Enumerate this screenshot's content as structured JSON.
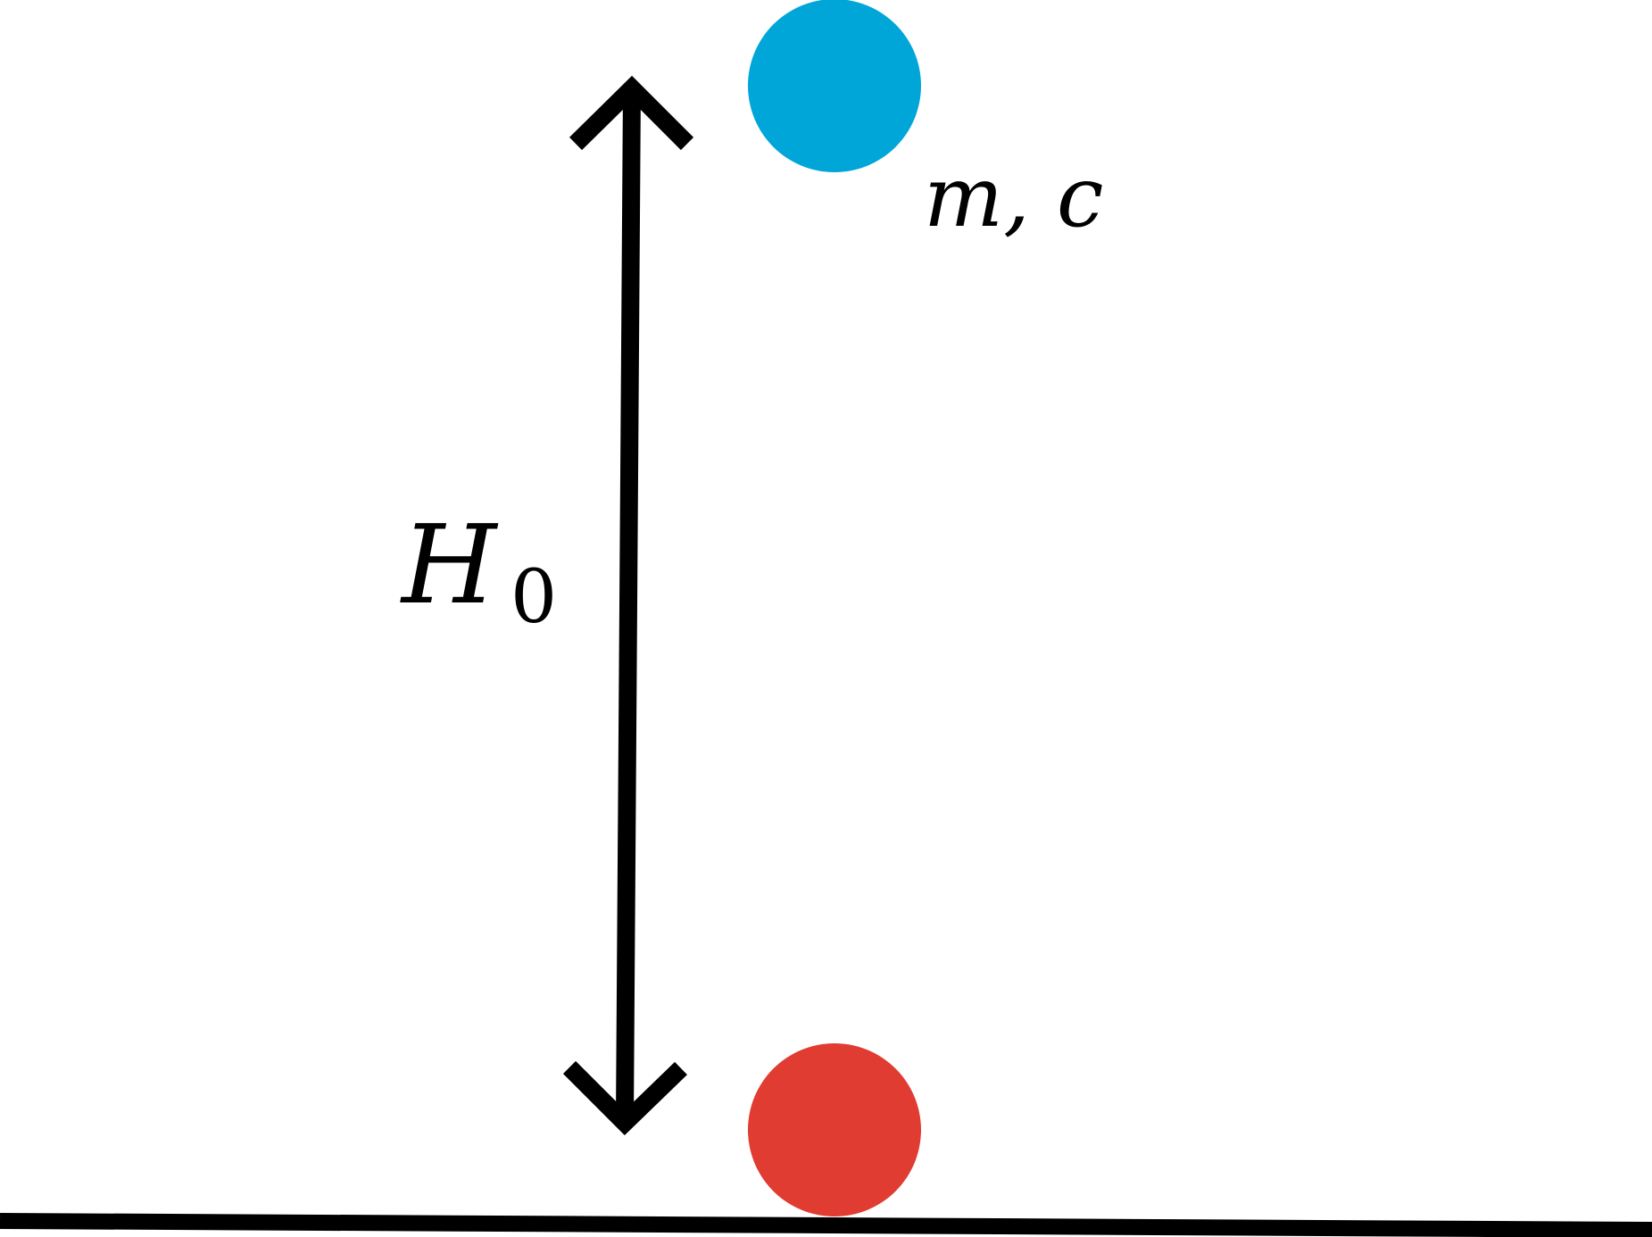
{
  "labels": {
    "ball_label": "m, c",
    "height_symbol": "H",
    "height_subscript": "0"
  },
  "colors": {
    "ball_top": "#00A6D8",
    "ball_bottom": "#E03C31",
    "line": "#000000",
    "background": "#FFFFFF"
  }
}
